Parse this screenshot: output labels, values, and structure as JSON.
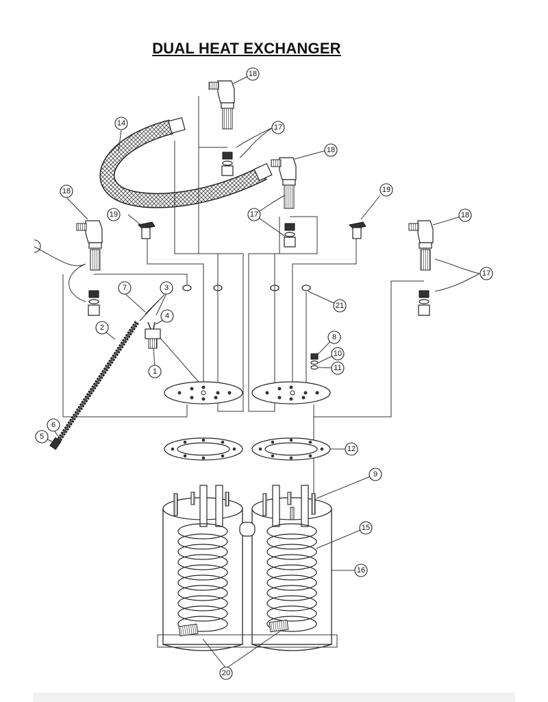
{
  "title": "DUAL HEAT EXCHANGER",
  "callouts": [
    {
      "n": "1"
    },
    {
      "n": "2"
    },
    {
      "n": "3"
    },
    {
      "n": "4"
    },
    {
      "n": "5"
    },
    {
      "n": "6"
    },
    {
      "n": "7"
    },
    {
      "n": "8"
    },
    {
      "n": "9"
    },
    {
      "n": "10"
    },
    {
      "n": "11"
    },
    {
      "n": "12"
    },
    {
      "n": "14"
    },
    {
      "n": "15"
    },
    {
      "n": "16"
    },
    {
      "n": "17"
    },
    {
      "n": "17"
    },
    {
      "n": "17"
    },
    {
      "n": "18"
    },
    {
      "n": "18"
    },
    {
      "n": "18"
    },
    {
      "n": "18"
    },
    {
      "n": "19"
    },
    {
      "n": "19"
    },
    {
      "n": "20"
    },
    {
      "n": "21"
    }
  ]
}
